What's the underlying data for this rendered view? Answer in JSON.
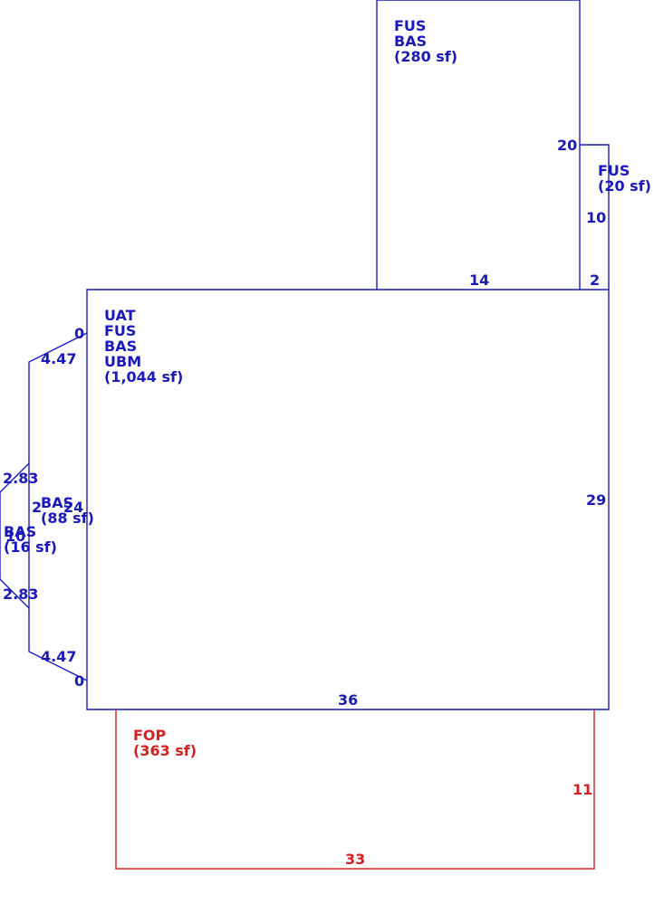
{
  "colors": {
    "building": "#1a1ab8",
    "porch": "#d42020",
    "background": "#ffffff"
  },
  "areas": {
    "main": {
      "codes": [
        "UAT",
        "FUS",
        "BAS",
        "UBM"
      ],
      "area": "(1,044 sf)"
    },
    "upper": {
      "codes": [
        "FUS",
        "BAS"
      ],
      "area": "(280 sf)"
    },
    "small": {
      "codes": [
        "FUS"
      ],
      "area": "(20 sf)"
    },
    "bay": {
      "codes": [
        "BAS"
      ],
      "area": "(88 sf)"
    },
    "bay2": {
      "codes": [
        "BAS"
      ],
      "area": "(16 sf)"
    },
    "porch": {
      "codes": [
        "FOP"
      ],
      "area": "(363 sf)"
    }
  },
  "dimensions": {
    "main_bottom": "36",
    "main_right": "29",
    "upper_bottom": "14",
    "upper_right": "20",
    "small_right": "10",
    "small_bottom": "2",
    "bay_zero_top": "0",
    "bay_diag_top": "4.47",
    "bay_depth": "2",
    "bay_height": "24",
    "bay_zero_bottom": "0",
    "bay_diag_bottom": "4.47",
    "bay2_diag_top": "2.83",
    "bay2_height": "10",
    "bay2_diag_bottom": "2.83",
    "porch_right": "11",
    "porch_bottom": "33"
  }
}
